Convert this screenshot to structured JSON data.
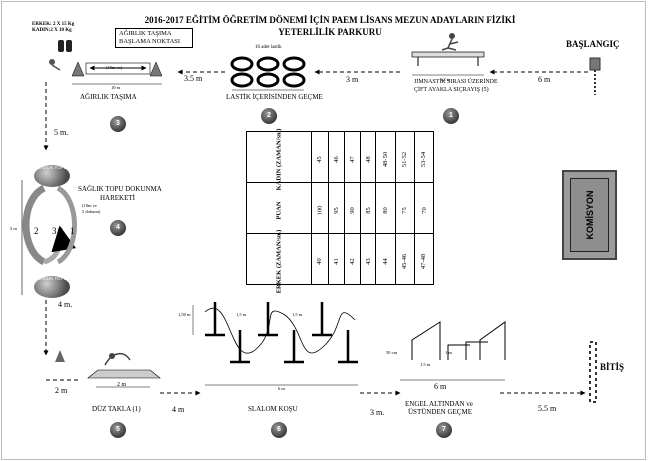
{
  "title": {
    "line1": "2016-2017 EĞİTİM ÖĞRETİM DÖNEMİ İÇİN PAEM LİSANS MEZUN ADAYLARIN FİZİKİ",
    "line2": "YETERLİLİK PARKURU"
  },
  "weights": {
    "male": "ERKEK: 2 X 15 Kg",
    "female": "KADIN:2 X 10 Kg"
  },
  "start_box": {
    "line1": "AĞIRLIK TAŞIMA",
    "line2": "BAŞLAMA NOKTASI"
  },
  "start_label": "BAŞLANGIÇ",
  "finish_label": "BİTİŞ",
  "commission": "KOMİSYON",
  "stations": [
    {
      "number": "1",
      "name_line1": "JİMNASTİK SIRASI ÜZERİNDE",
      "name_line2": "ÇİFT AYAKLA SIÇRAYIŞ (5)"
    },
    {
      "number": "2",
      "name_line1": "LASTİK İÇERİSİNDEN GEÇME",
      "name_line2": ""
    },
    {
      "number": "3",
      "name_line1": "AĞIRLIK TAŞIMA",
      "name_line2": ""
    },
    {
      "number": "4",
      "name_line1": "SAĞLIK TOPU DOKUNMA",
      "name_line2": "HAREKETİ"
    },
    {
      "number": "5",
      "name_line1": "DÜZ TAKLA (1)",
      "name_line2": ""
    },
    {
      "number": "6",
      "name_line1": "SLALOM KOŞU",
      "name_line2": ""
    },
    {
      "number": "7",
      "name_line1": "ENGEL ALTINDAN ve",
      "name_line2": "ÜSTÜNDEN GEÇME"
    }
  ],
  "distances": {
    "d_6m_top": "6 m",
    "d_3m_top": "3 m",
    "d_35m_top": "3.5 m",
    "d_5m_left": "5 m.",
    "d_4m_left": "4 m.",
    "d_2m_bottom": "2 m",
    "d_4m_bottom": "4 m",
    "d_3m_bottom": "3 m.",
    "d_6m_bottom": "6 m",
    "d_55m_bottom": "5.5 m"
  },
  "annotations": {
    "tire_note": "16 adet lastik",
    "bench_length": "1.2 m",
    "carry_inner": "(10m ve)",
    "carry_total": "10 m",
    "ball_note_1": "(10m ve",
    "ball_note_2": "5 dokunu)",
    "ball_label": "SAĞLIK TOPU",
    "ball_height": "5 m",
    "roll_len": "2 m",
    "slalom_total": "6 m",
    "slalom_gap_a": "1,5 m",
    "slalom_gap_b": "1,5 m",
    "slalom_height": "1,50 m",
    "hurdle_h": "50 cm",
    "hurdle_gap": "1 m",
    "hurdle_seg": "1.5 m"
  },
  "loop_numbers": [
    "2",
    "3",
    "1"
  ],
  "score_table": {
    "female_header": "KADIN (ZAMAN/sn.)",
    "points_header": "PUAN",
    "male_header": "ERKEK (ZAMAN/sn.)",
    "female_times": [
      "45",
      "46",
      "47",
      "48",
      "48-50",
      "51-52",
      "53-54"
    ],
    "points": [
      "100",
      "95",
      "90",
      "85",
      "80",
      "75",
      "70"
    ],
    "male_times": [
      "40",
      "41",
      "42",
      "43",
      "44",
      "45-46",
      "47-48"
    ]
  },
  "colors": {
    "marker_dark": "#3a3a3a",
    "commission_gray": "#9b9b9b",
    "table_border": "#000000"
  }
}
